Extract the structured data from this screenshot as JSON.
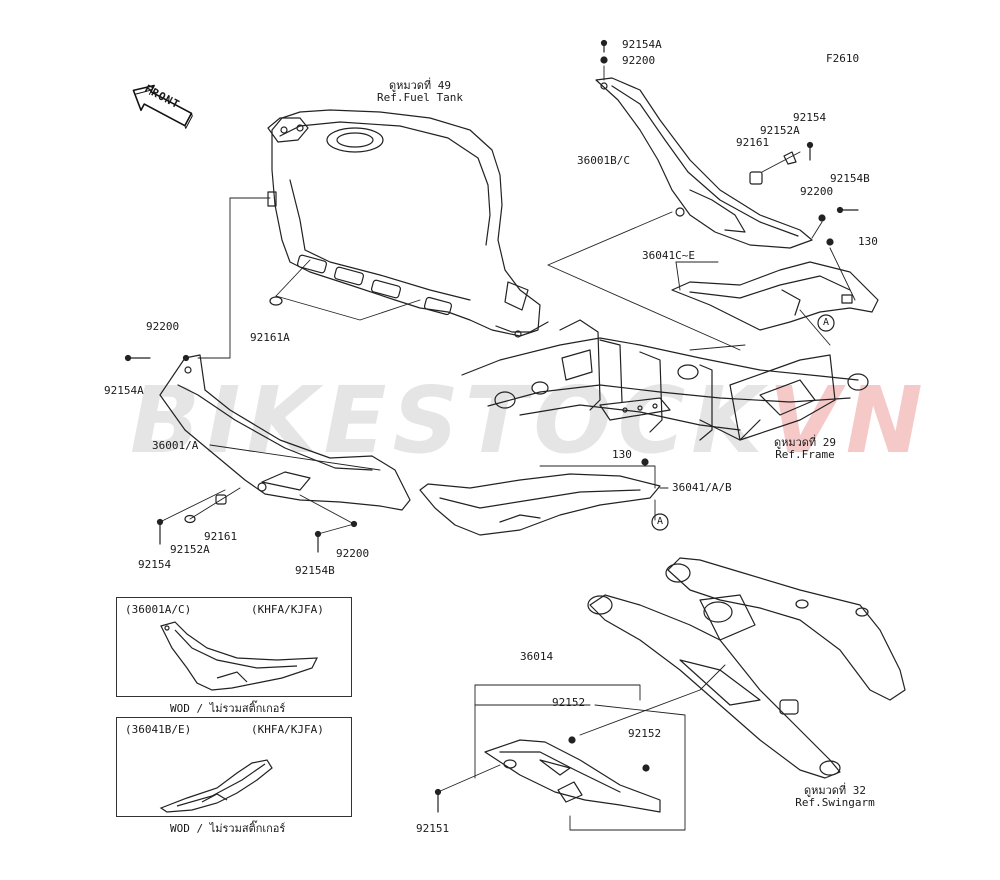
{
  "diagram": {
    "code": "F2610",
    "front_label": "FRONT",
    "watermark": {
      "main": "BIKESTOCK",
      "accent": "VN"
    },
    "refs": [
      {
        "id": "fuel-tank",
        "line1": "ดูหมวดที่ 49",
        "line2": "Ref.Fuel Tank"
      },
      {
        "id": "frame",
        "line1": "ดูหมวดที่ 29",
        "line2": "Ref.Frame"
      },
      {
        "id": "swingarm",
        "line1": "ดูหมวดที่ 32",
        "line2": "Ref.Swingarm"
      }
    ],
    "parts": {
      "p92154A_top": "92154A",
      "p92200_top": "92200",
      "p92154_right": "92154",
      "p92152A_right": "92152A",
      "p92161_right": "92161",
      "p36001BC": "36001B/C",
      "p92154B_right": "92154B",
      "p92200_right": "92200",
      "p130_right": "130",
      "p36041CE": "36041C~E",
      "p92200_left": "92200",
      "p92161A": "92161A",
      "p92154A_left": "92154A",
      "p36001A": "36001/A",
      "p130_mid": "130",
      "p36041AB": "36041/A/B",
      "p92161_bottom": "92161",
      "p92152A_bottom": "92152A",
      "p92154_bottom": "92154",
      "p92200_bottom": "92200",
      "p92154B_bottom": "92154B",
      "p36014": "36014",
      "p92152_a": "92152",
      "p92152_b": "92152",
      "p92151": "92151",
      "marker_a_upper": "A",
      "marker_a_lower": "A"
    },
    "insets": [
      {
        "id": "36001",
        "part": "(36001A/C)",
        "model": "(KHFA/KJFA)",
        "note": "WOD / ไม่รวมสติ๊กเกอร์"
      },
      {
        "id": "36041",
        "part": "(36041B/E)",
        "model": "(KHFA/KJFA)",
        "note": "WOD / ไม่รวมสติ๊กเกอร์"
      }
    ]
  }
}
